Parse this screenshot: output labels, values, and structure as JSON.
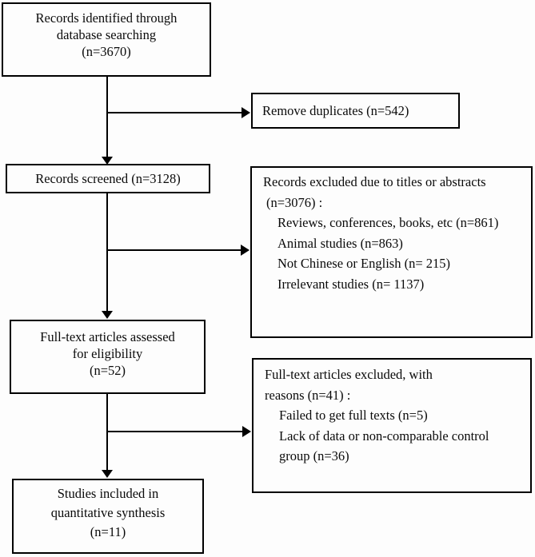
{
  "colors": {
    "background": "#fdfdfd",
    "line": "#000000",
    "text": "#0a0a0a"
  },
  "boxes": {
    "identified": {
      "lines": [
        "Records identified through",
        "database searching",
        "(n=3670)"
      ]
    },
    "duplicates": {
      "label": "Remove duplicates (n=542)"
    },
    "screened": {
      "label": "Records screened (n=3128)"
    },
    "excluded_screening": {
      "lines": [
        "Records excluded due to titles or abstracts",
        "(n=3076) :",
        "Reviews, conferences, books, etc (n=861)",
        "Animal studies (n=863)",
        "Not Chinese or English (n= 215)",
        "Irrelevant studies (n= 1137)"
      ]
    },
    "fulltext_assessed": {
      "lines": [
        "Full-text articles assessed",
        "for eligibility",
        "(n=52)"
      ]
    },
    "fulltext_excluded": {
      "lines": [
        "Full-text articles excluded, with",
        "reasons (n=41) :",
        "Failed to get full texts (n=5)",
        "Lack of data or non-comparable control",
        "group (n=36)"
      ]
    },
    "included": {
      "lines": [
        "Studies included in",
        "quantitative synthesis",
        "(n=11)"
      ]
    }
  }
}
